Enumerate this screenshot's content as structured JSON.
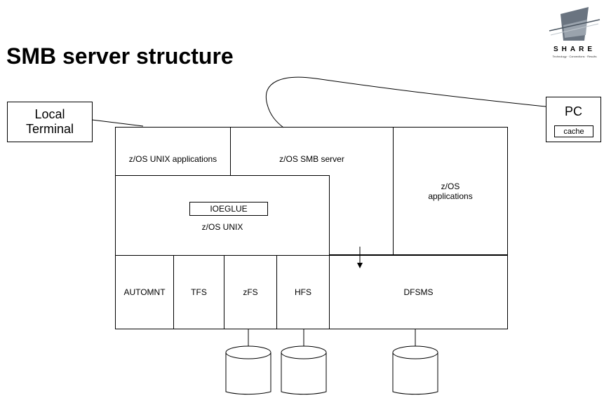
{
  "header": {
    "title": "SMB server structure",
    "logo": {
      "word": "SHARE",
      "tagline": "Technology · Connections · Results",
      "icon": "share-logo-icon"
    }
  },
  "diagram": {
    "local_terminal": "Local\nTerminal",
    "pc": {
      "label": "PC",
      "cache": "cache"
    },
    "unix_apps": "z/OS UNIX applications",
    "smb_server": "z/OS SMB server",
    "zos_apps": "z/OS\napplications",
    "ioeglue": "IOEGLUE",
    "zos_unix": "z/OS UNIX",
    "automnt": "AUTOMNT",
    "tfs": "TFS",
    "zfs": "zFS",
    "hfs": "HFS",
    "dfsms": "DFSMS"
  }
}
